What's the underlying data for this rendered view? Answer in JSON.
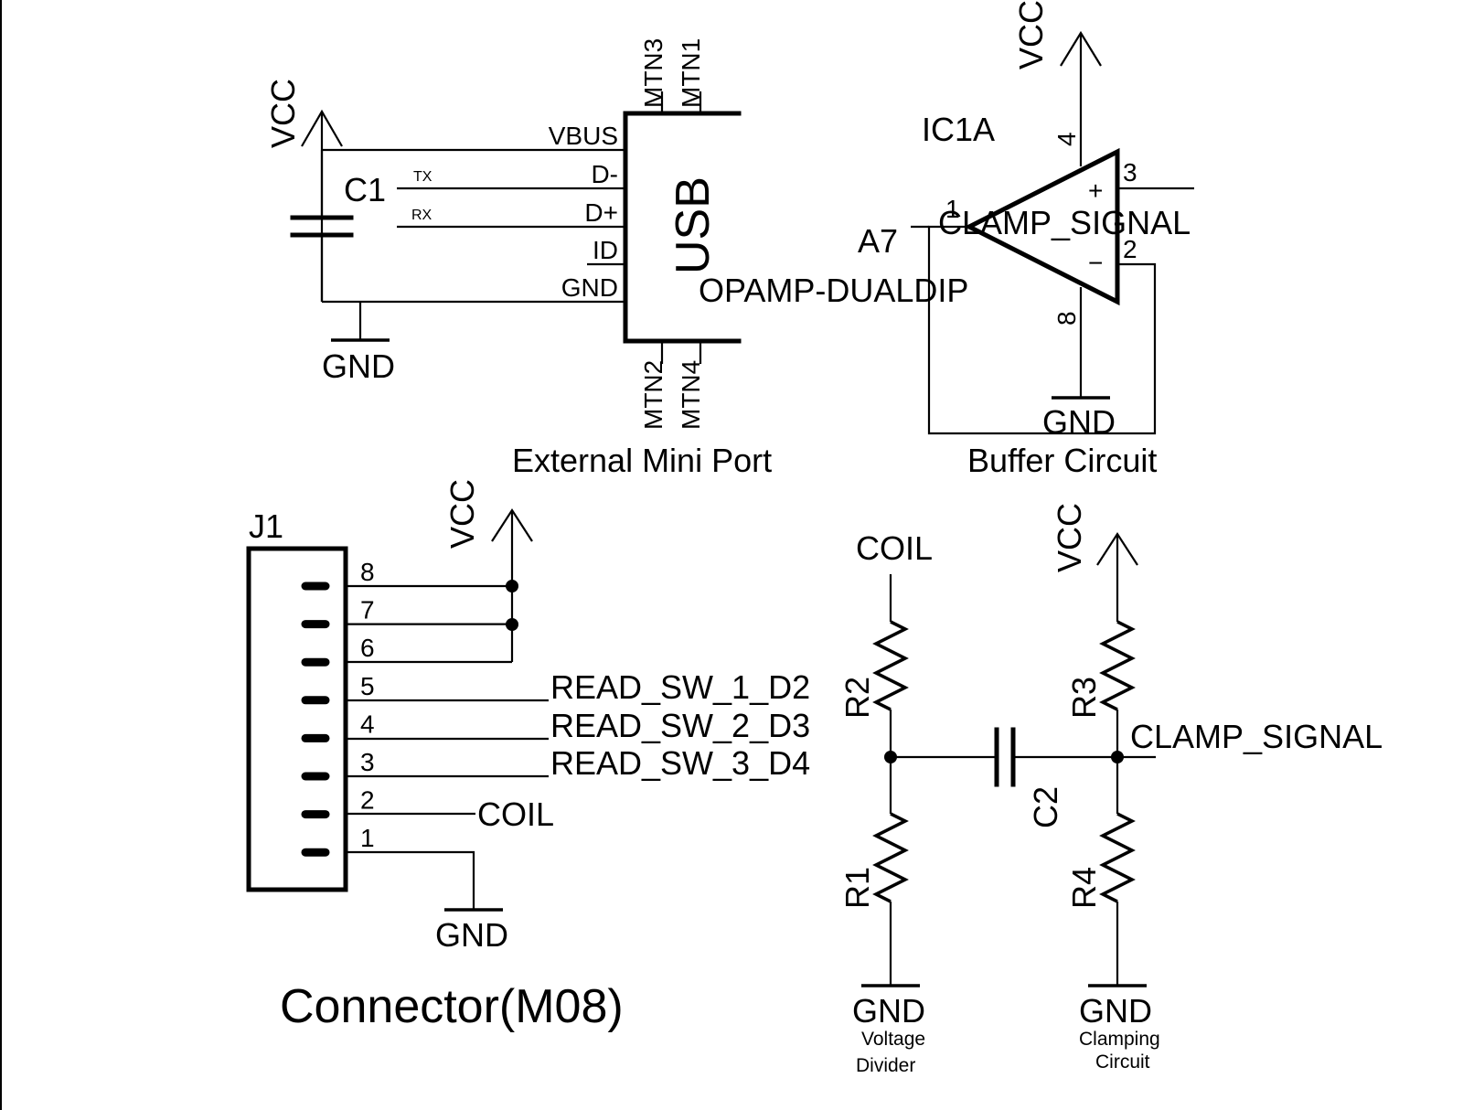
{
  "labels": {
    "vcc": "VCC",
    "gnd": "GND",
    "c1": "C1",
    "tx": "TX",
    "rx": "RX",
    "vbus": "VBUS",
    "d_minus": "D-",
    "d_plus": "D+",
    "id": "ID",
    "usb": "USB",
    "mtn1": "MTN1",
    "mtn2": "MTN2",
    "mtn3": "MTN3",
    "mtn4": "MTN4",
    "external_mini_port": "External Mini Port",
    "ic1a": "IC1A",
    "pin4": "4",
    "pin3": "3",
    "pin2": "2",
    "pin1": "1",
    "pin8": "8",
    "plus": "+",
    "minus": "−",
    "a7": "A7",
    "clamp_signal_ic": "CLAMP_SIGNAL",
    "opamp_dualdip": "OPAMP-DUALDIP",
    "buffer_circuit": "Buffer Circuit",
    "j1": "J1",
    "j1_pins": [
      "8",
      "7",
      "6",
      "5",
      "4",
      "3",
      "2",
      "1"
    ],
    "read_sw_1": "READ_SW_1_D2",
    "read_sw_2": "READ_SW_2_D3",
    "read_sw_3": "READ_SW_3_D4",
    "coil": "COIL",
    "connector_m08": "Connector(M08)",
    "r1": "R1",
    "r2": "R2",
    "r3": "R3",
    "r4": "R4",
    "c2": "C2",
    "clamp_signal": "CLAMP_SIGNAL",
    "voltage": "Voltage",
    "divider": "Divider",
    "clamping": "Clamping",
    "circuit": "Circuit"
  }
}
